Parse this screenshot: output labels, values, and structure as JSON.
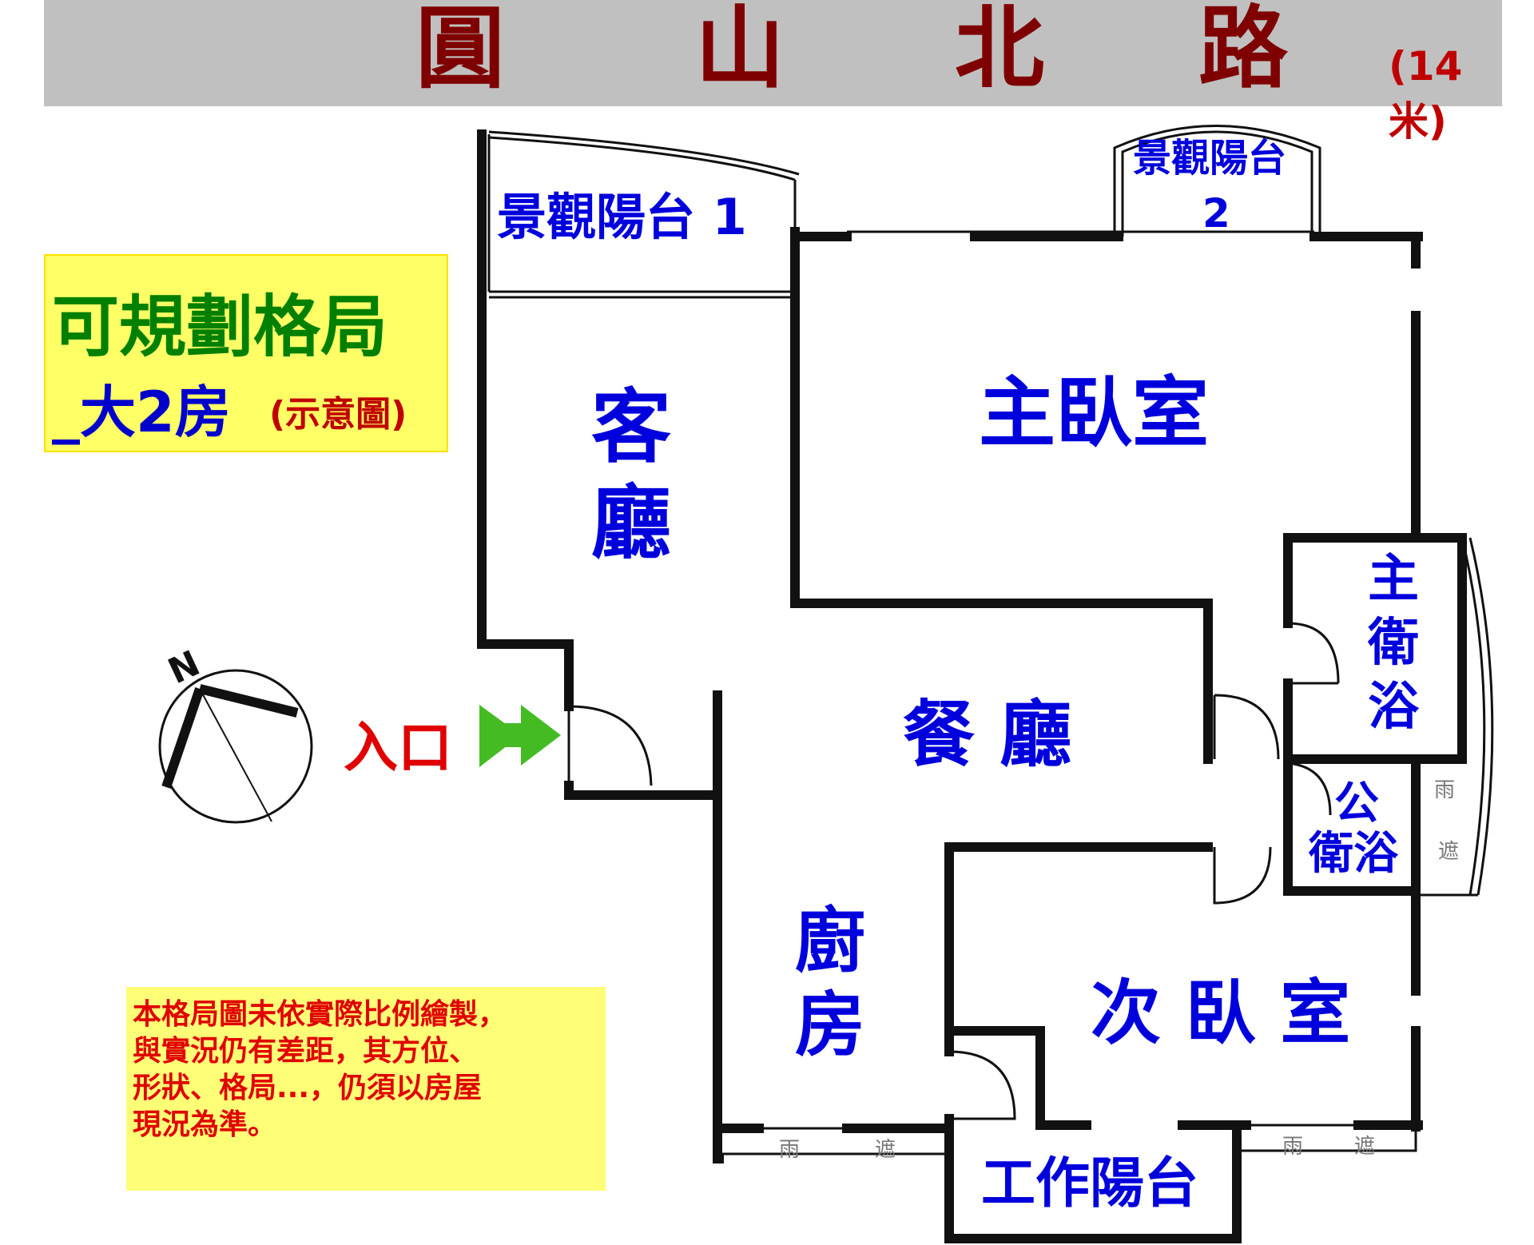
{
  "street": {
    "chars": [
      "圓",
      "山",
      "北",
      "路"
    ],
    "width_note": "(14米)"
  },
  "layout_box": {
    "title": "可規劃格局",
    "subtitle": "_大2房",
    "note": "(示意圖)"
  },
  "rooms": {
    "balcony1": "景觀陽台 1",
    "balcony2_line1": "景觀陽台",
    "balcony2_line2": "2",
    "living_1": "客",
    "living_2": "廳",
    "master": "主臥室",
    "dining": "餐 廳",
    "master_bath_1": "主",
    "master_bath_2": "衛",
    "master_bath_3": "浴",
    "public_bath_1": "公",
    "public_bath_2": "衛浴",
    "kitchen_1": "廚",
    "kitchen_2": "房",
    "second": "次 臥 室",
    "service_balcony": "工作陽台"
  },
  "entrance": "入口",
  "compass": {
    "north": "N"
  },
  "rain_shelter": {
    "a": "雨",
    "b": "遮"
  },
  "disclaimer": [
    "本格局圖未依實際比例繪製，",
    "與實況仍有差距，其方位、",
    "形狀、格局...，仍須以房屋",
    "現況為準。"
  ],
  "colors": {
    "street_text": "#7f0000",
    "room_text": "#0000dd",
    "layout_title": "#008000",
    "note_red": "#e00000",
    "highlight": "#ffff66",
    "arrow": "#44bb22"
  }
}
